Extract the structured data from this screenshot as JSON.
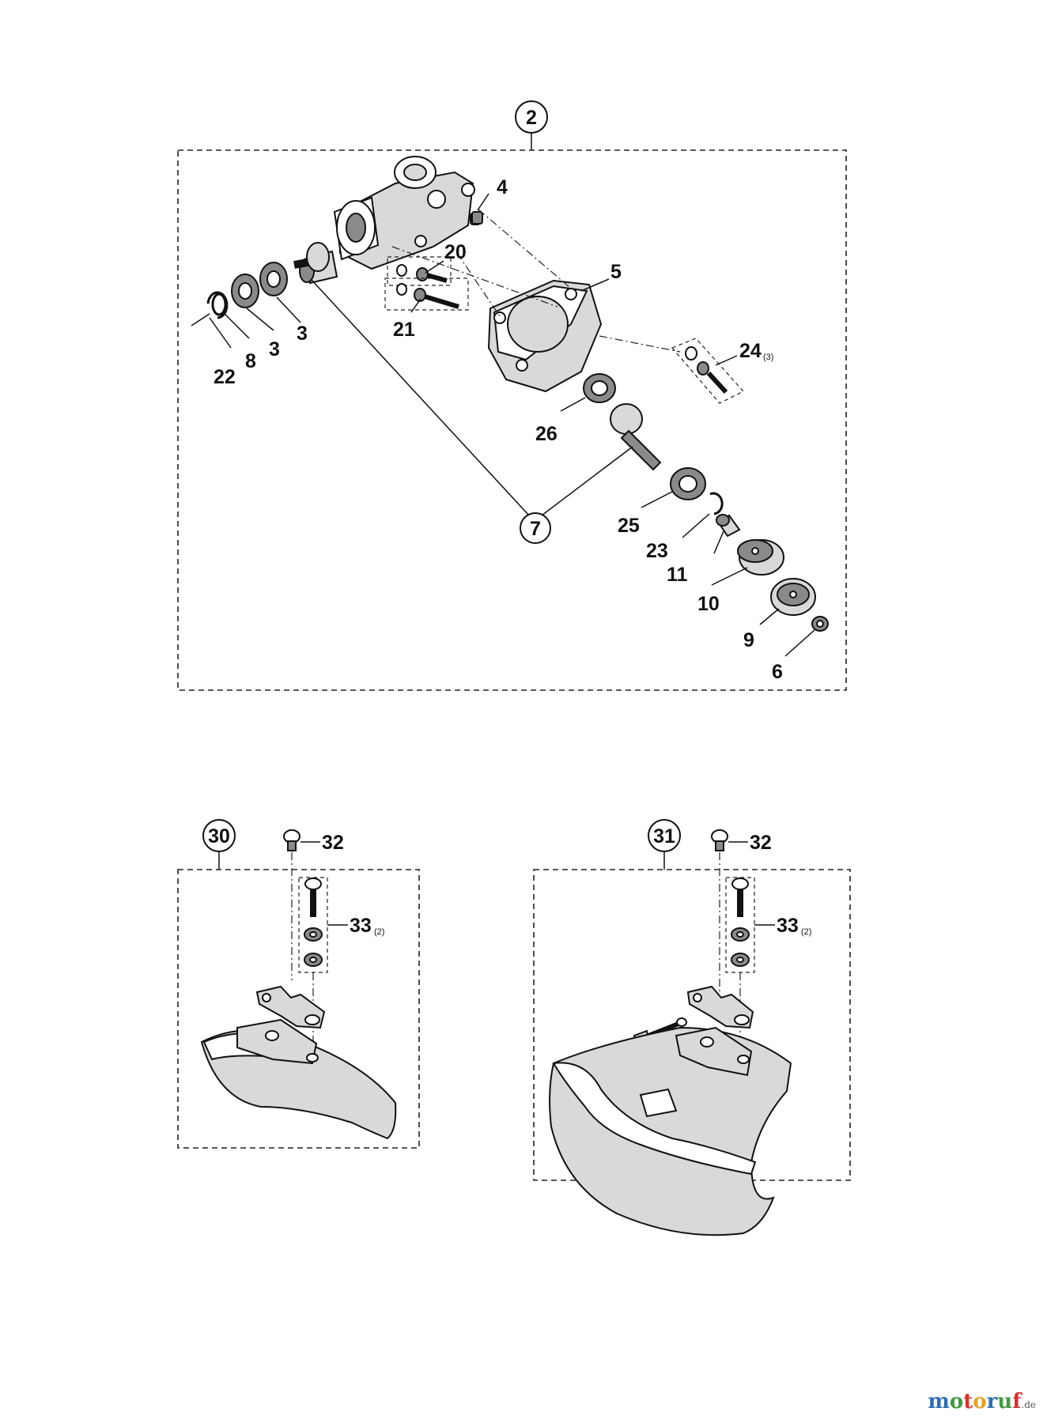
{
  "groups": [
    {
      "callout": "2",
      "label": "group-2"
    },
    {
      "callout": "30",
      "label": "group-30"
    },
    {
      "callout": "31",
      "label": "group-31"
    }
  ],
  "parts": {
    "p3a": "3",
    "p3b": "3",
    "p4": "4",
    "p5": "5",
    "p6": "6",
    "p7": "7",
    "p8": "8",
    "p9": "9",
    "p10": "10",
    "p11": "11",
    "p20": "20",
    "p21": "21",
    "p22": "22",
    "p23": "23",
    "p24": "24",
    "p24_qty": "(3)",
    "p25": "25",
    "p26": "26",
    "p32a": "32",
    "p33a": "33",
    "p33a_qty": "(2)",
    "p32b": "32",
    "p33b": "33",
    "p33b_qty": "(2)"
  },
  "watermark": {
    "m1": "m",
    "o1": "o",
    "t": "t",
    "o2": "o",
    "r": "r",
    "u": "u",
    "f": "f",
    "de": ".de",
    "colors": {
      "m": "#2c6fb5",
      "o1": "#3f9a3f",
      "t": "#d9322b",
      "o2": "#e6a020",
      "r": "#2c6fb5",
      "u": "#3f9a3f",
      "f": "#d9322b"
    }
  }
}
